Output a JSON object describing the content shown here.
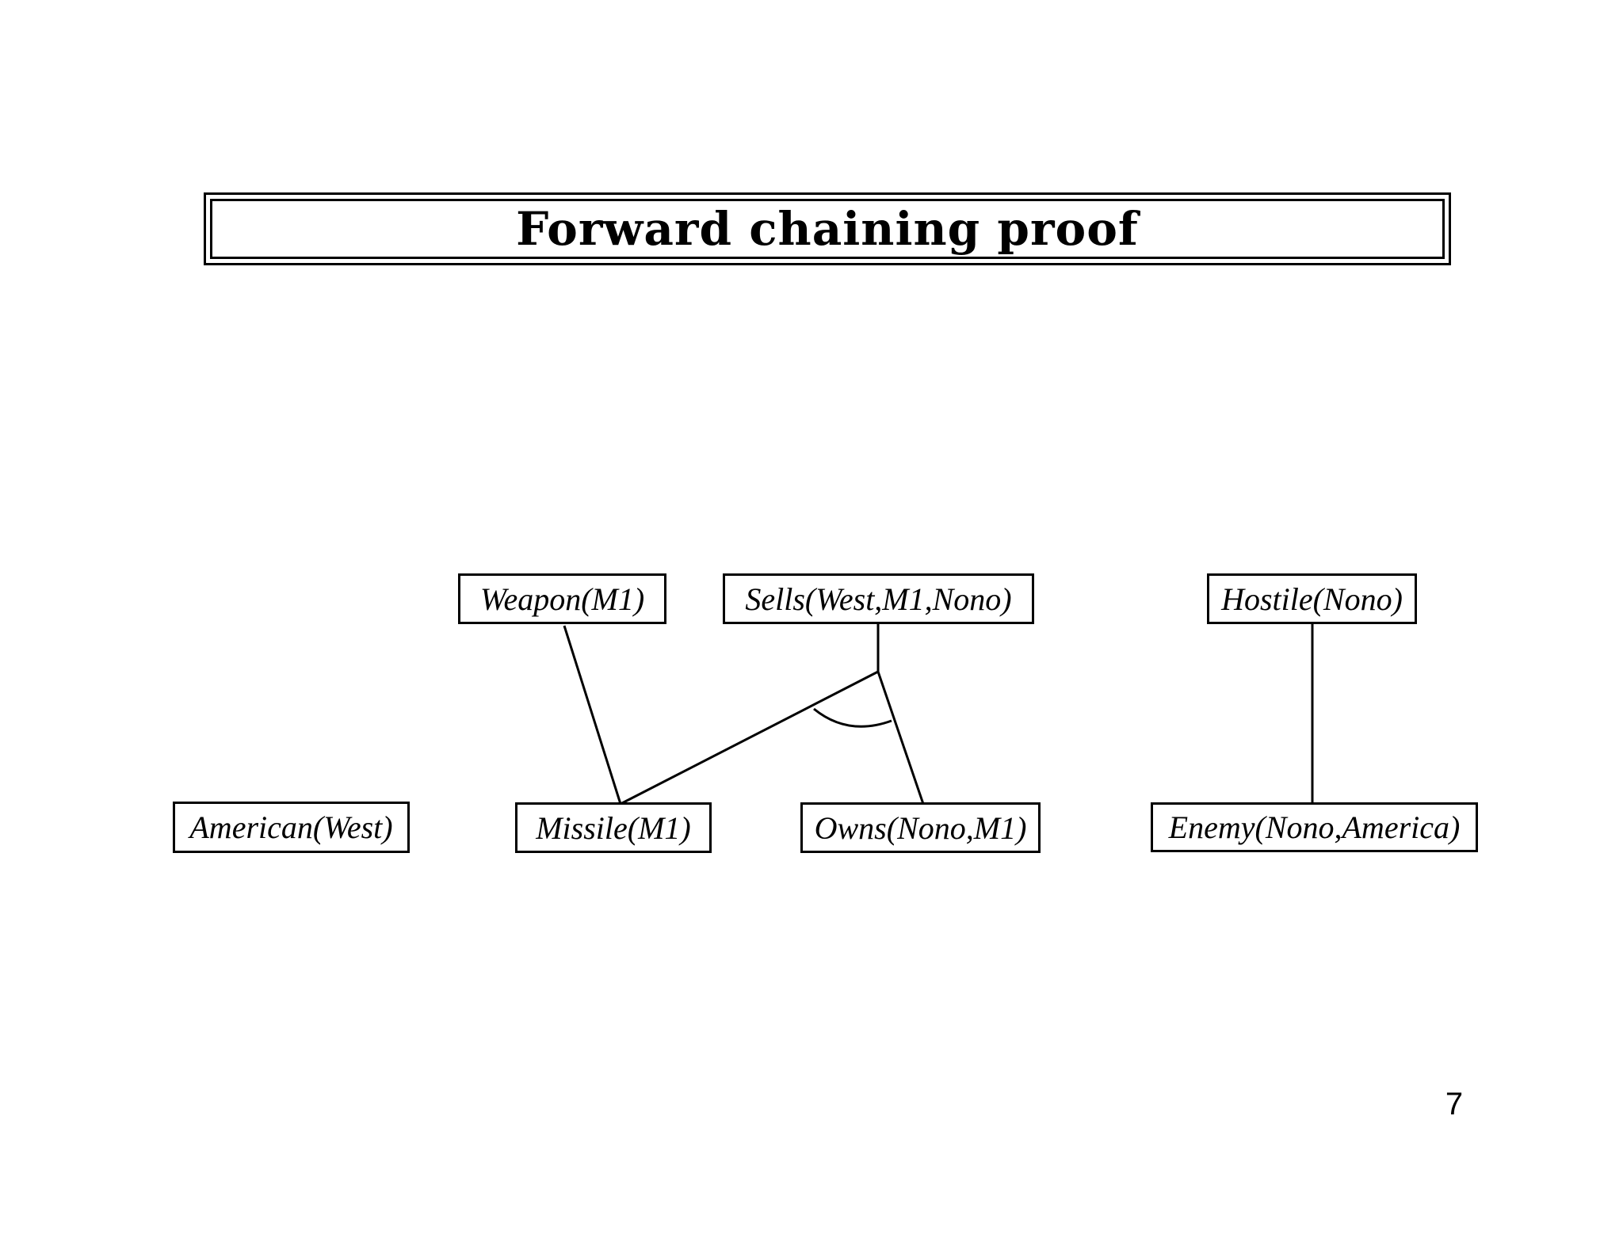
{
  "page": {
    "title": "Forward chaining proof",
    "page_number": "7",
    "background_color": "#ffffff",
    "line_color": "#000000",
    "text_color": "#000000"
  },
  "diagram": {
    "description": "Forward chaining proof tree: derived facts (middle row) connected by lines to the base facts (bottom row) they are inferred from; an arc joins the two premise links of Sells(West,M1,Nono).",
    "nodes": [
      {
        "id": "weapon",
        "label": "Weapon(M1)",
        "row": "derived"
      },
      {
        "id": "sells",
        "label": "Sells(West,M1,Nono)",
        "row": "derived"
      },
      {
        "id": "hostile",
        "label": "Hostile(Nono)",
        "row": "derived"
      },
      {
        "id": "american",
        "label": "American(West)",
        "row": "base"
      },
      {
        "id": "missile",
        "label": "Missile(M1)",
        "row": "base"
      },
      {
        "id": "owns",
        "label": "Owns(Nono,M1)",
        "row": "base"
      },
      {
        "id": "enemy",
        "label": "Enemy(Nono,America)",
        "row": "base"
      }
    ],
    "edges": [
      {
        "from": "weapon",
        "to": "missile",
        "and_arc": false
      },
      {
        "from": "sells",
        "to": "missile",
        "and_arc": true
      },
      {
        "from": "sells",
        "to": "owns",
        "and_arc": true
      },
      {
        "from": "hostile",
        "to": "enemy",
        "and_arc": false
      }
    ]
  }
}
